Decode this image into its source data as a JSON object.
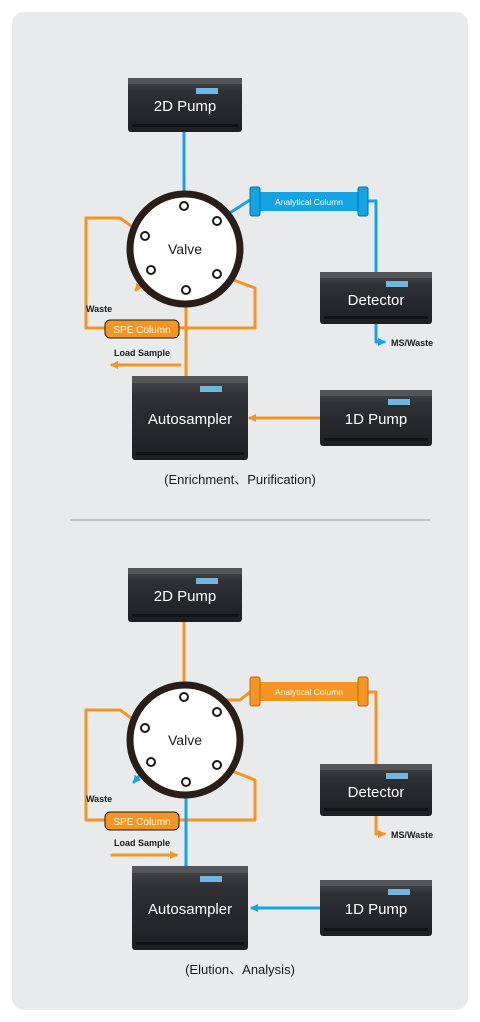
{
  "colors": {
    "blue": "#14a4e3",
    "orange": "#f39523",
    "panel": "#e9eaec",
    "device": "#2b2c2f"
  },
  "diagram1": {
    "pump2d": "2D Pump",
    "column": "Analytical Column",
    "valve": "Valve",
    "detector": "Detector",
    "waste": "Waste",
    "spe": "SPE Column",
    "load_sample": "Load Sample",
    "ms_waste": "MS/Waste",
    "autosampler": "Autosampler",
    "pump1d": "1D Pump",
    "caption": "(Enrichment、Purification)"
  },
  "diagram2": {
    "pump2d": "2D Pump",
    "column": "Analytical Column",
    "valve": "Valve",
    "detector": "Detector",
    "waste": "Waste",
    "spe": "SPE Column",
    "load_sample": "Load Sample",
    "ms_waste": "MS/Waste",
    "autosampler": "Autosampler",
    "pump1d": "1D Pump",
    "caption": "(Elution、Analysis)"
  }
}
